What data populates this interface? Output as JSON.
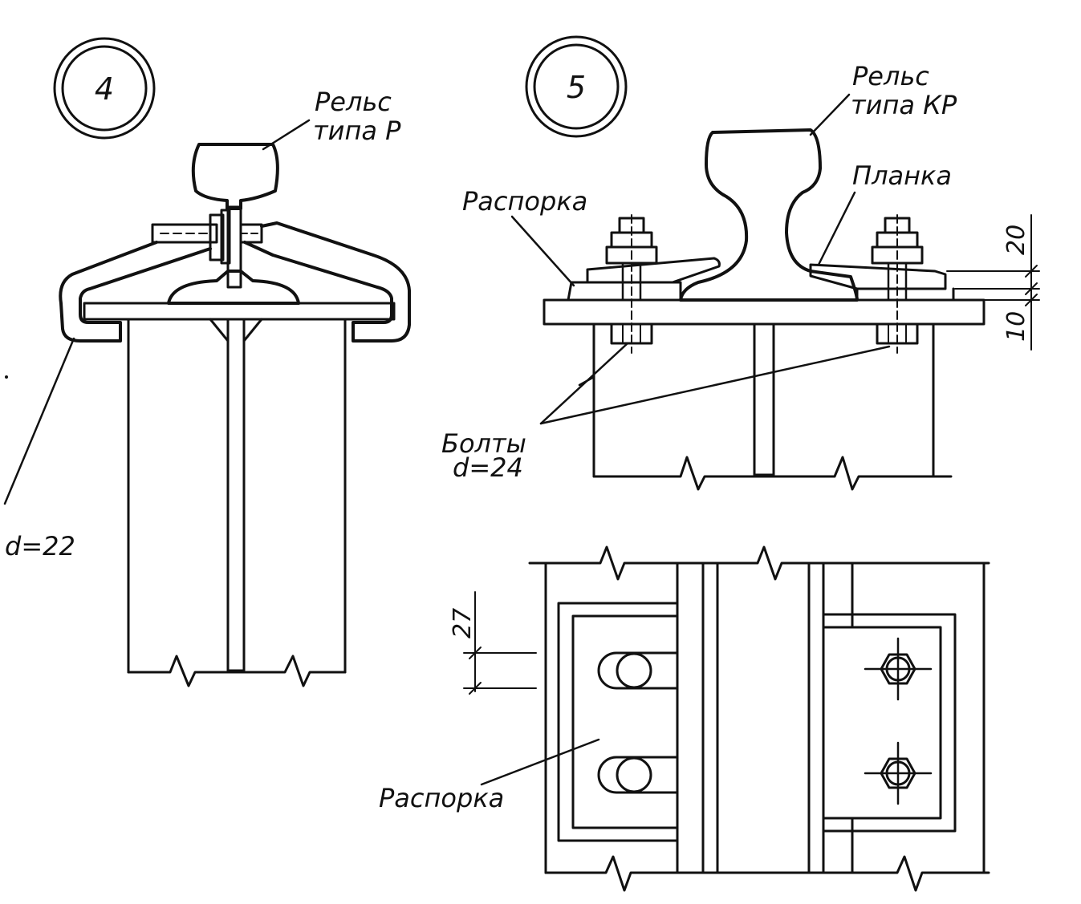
{
  "details": {
    "left": {
      "number": "4",
      "rail_label_line1": "Рельс",
      "rail_label_line2": "типа Р",
      "bolt_label": "d=22"
    },
    "right": {
      "number": "5",
      "rail_label_line1": "Рельс",
      "rail_label_line2": "типа КР",
      "spacer_label": "Распорка",
      "plate_label": "Планка",
      "bolts_label_line1": "Болты",
      "bolts_label_line2": "d=24",
      "dim_top": "20",
      "dim_bottom": "10"
    },
    "plan": {
      "dim_slot": "27",
      "spacer_label": "Распорка"
    }
  },
  "style": {
    "ink": "#111111",
    "paper": "#ffffff"
  }
}
